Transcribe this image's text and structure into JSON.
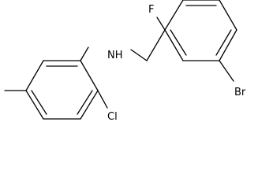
{
  "structure": {
    "atoms": {
      "fluorine": "F",
      "nitrogen_hydrogen": "NH",
      "bromine": "Br",
      "chlorine": "Cl"
    }
  },
  "colors": {
    "bond": "#000000",
    "label": "#000000",
    "background": "#ffffff"
  }
}
